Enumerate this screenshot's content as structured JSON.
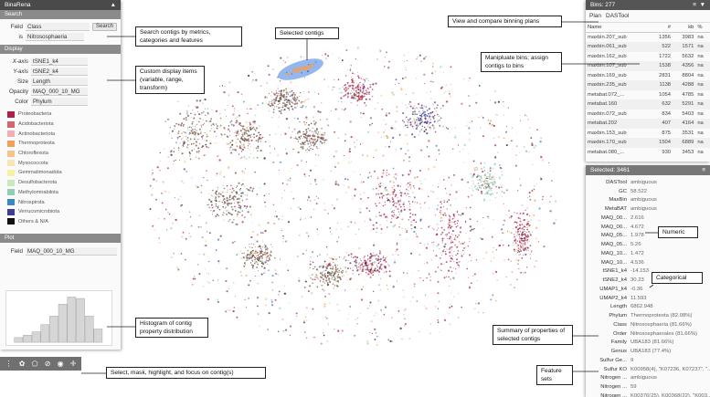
{
  "left_panel": {
    "app_title": "BinaRena",
    "search": {
      "header": "Search",
      "field_label": "Field",
      "field_value": "Class",
      "is_label": "is",
      "is_value": "Nitrososphaeria",
      "button": "Search"
    },
    "display": {
      "header": "Display",
      "rows": [
        {
          "label": "X-axis",
          "value": "tSNE1_k4"
        },
        {
          "label": "Y-axis",
          "value": "tSNE2_k4"
        },
        {
          "label": "Size",
          "value": "Length"
        },
        {
          "label": "Opacity",
          "value": "MAQ_000_10_MG"
        },
        {
          "label": "Color",
          "value": "Phylum"
        }
      ],
      "legend": [
        {
          "label": "Proteobacteria",
          "color": "#a8244b"
        },
        {
          "label": "Acidobacteriota",
          "color": "#d0666e"
        },
        {
          "label": "Actinobacteriota",
          "color": "#eeb0b4"
        },
        {
          "label": "Thermoproteota",
          "color": "#f0a05a"
        },
        {
          "label": "Chloroflexota",
          "color": "#f4c489"
        },
        {
          "label": "Myxococcota",
          "color": "#f8e3b8"
        },
        {
          "label": "Gemmatimonadota",
          "color": "#f6f1a6"
        },
        {
          "label": "Desulfobacterota",
          "color": "#cce8bf"
        },
        {
          "label": "Methylomirabilota",
          "color": "#8fcfb8"
        },
        {
          "label": "Nitrospirota",
          "color": "#3a88c2"
        },
        {
          "label": "Verrucomicrobiota",
          "color": "#3e3c94"
        },
        {
          "label": "Others & N/A",
          "color": "#111111"
        }
      ]
    },
    "plot": {
      "header": "Plot",
      "field_label": "Field",
      "field_value": "MAQ_000_10_MG",
      "histogram_heights": [
        0.1,
        0.15,
        0.22,
        0.37,
        0.55,
        0.8,
        0.95,
        0.92,
        0.55,
        0.28
      ]
    }
  },
  "toolbar": {
    "icons": [
      "more-icon",
      "gear-icon",
      "pentagon-icon",
      "mask-icon",
      "highlight-icon",
      "focus-icon"
    ],
    "glyphs": [
      "⋮",
      "✿",
      "⬠",
      "⊘",
      "◉",
      "✛"
    ]
  },
  "bins_panel": {
    "title": "Bins: 277",
    "plan_label": "Plan",
    "plan_value": "DASTool",
    "columns": [
      "Name",
      "#",
      "kb",
      "%"
    ],
    "rows": [
      [
        "maxbin.207_sub",
        "1356",
        "3983",
        "na"
      ],
      [
        "maxbin.061_sub",
        "522",
        "1571",
        "na"
      ],
      [
        "maxbin.162_sub",
        "1722",
        "5632",
        "na"
      ],
      [
        "maxbin.107_sub",
        "1538",
        "4356",
        "na"
      ],
      [
        "maxbin.169_sub",
        "2831",
        "8804",
        "na"
      ],
      [
        "maxbin.235_sub",
        "1138",
        "4288",
        "na"
      ],
      [
        "metabat.072_...",
        "1054",
        "4785",
        "na"
      ],
      [
        "metabat.160",
        "632",
        "5291",
        "na"
      ],
      [
        "maxbin.072_sub",
        "834",
        "5403",
        "na"
      ],
      [
        "metabat.202",
        "407",
        "4164",
        "na"
      ],
      [
        "maxbin.153_sub",
        "875",
        "3531",
        "na"
      ],
      [
        "maxbin.170_sub",
        "1504",
        "6889",
        "na"
      ],
      [
        "metabat.080_...",
        "930",
        "3453",
        "na"
      ]
    ]
  },
  "selected_panel": {
    "title": "Selected: 3461",
    "properties": [
      {
        "key": "DASTool",
        "value": "ambiguous"
      },
      {
        "key": "GC",
        "value": "58.522"
      },
      {
        "key": "MaxBin",
        "value": "ambiguous"
      },
      {
        "key": "MetaBAT",
        "value": "ambiguous"
      },
      {
        "key": "MAQ_00...",
        "value": "2.616"
      },
      {
        "key": "MAQ_00...",
        "value": "4.672"
      },
      {
        "key": "MAQ_05...",
        "value": "1.978"
      },
      {
        "key": "MAQ_05...",
        "value": "5.26"
      },
      {
        "key": "MAQ_10...",
        "value": "1.472"
      },
      {
        "key": "MAQ_10...",
        "value": "4.536"
      },
      {
        "key": "tSNE1_k4",
        "value": "-14.153"
      },
      {
        "key": "tSNE2_k4",
        "value": "30.23"
      },
      {
        "key": "UMAP1_k4",
        "value": "-0.36"
      },
      {
        "key": "UMAP2_k4",
        "value": "11.593"
      },
      {
        "key": "Length",
        "value": "6862.948"
      },
      {
        "key": "Phylum",
        "value": "Thermoproteota (82.08%)"
      },
      {
        "key": "Class",
        "value": "Nitrososphaeria (81.66%)"
      },
      {
        "key": "Order",
        "value": "Nitrososphaerales (81.66%)"
      },
      {
        "key": "Family",
        "value": "UBA183 (81.66%)"
      },
      {
        "key": "Genus",
        "value": "UBA183 (77.4%)"
      },
      {
        "key": "Sulfur Ge...",
        "value": "9"
      },
      {
        "key": "Sulfur KO",
        "value": "K00958(4), \"K07236, K07237\", \"..."
      },
      {
        "key": "Nitrogen ...",
        "value": "ambiguous"
      },
      {
        "key": "Nitrogen ...",
        "value": "59"
      },
      {
        "key": "Nitrogen ...",
        "value": "K00376(25), K00368(22), \"K003..."
      }
    ]
  },
  "callouts": {
    "search": "Search contigs by metrics, categories and features",
    "display": "Custom display items (variable, range, transform)",
    "selected": "Selected contigs",
    "view": "View and compare binning plans",
    "manipulate": "Manipluate bins; assign contigs to bins",
    "numeric": "Numeric",
    "categorical": "Categorical",
    "histogram": "Histogram of contig property distribution",
    "summary": "Summary of properties of selected contigs",
    "feature_sets": "Feature sets",
    "select_tools": "Select, mask, highlight, and focus on contig(s)"
  }
}
